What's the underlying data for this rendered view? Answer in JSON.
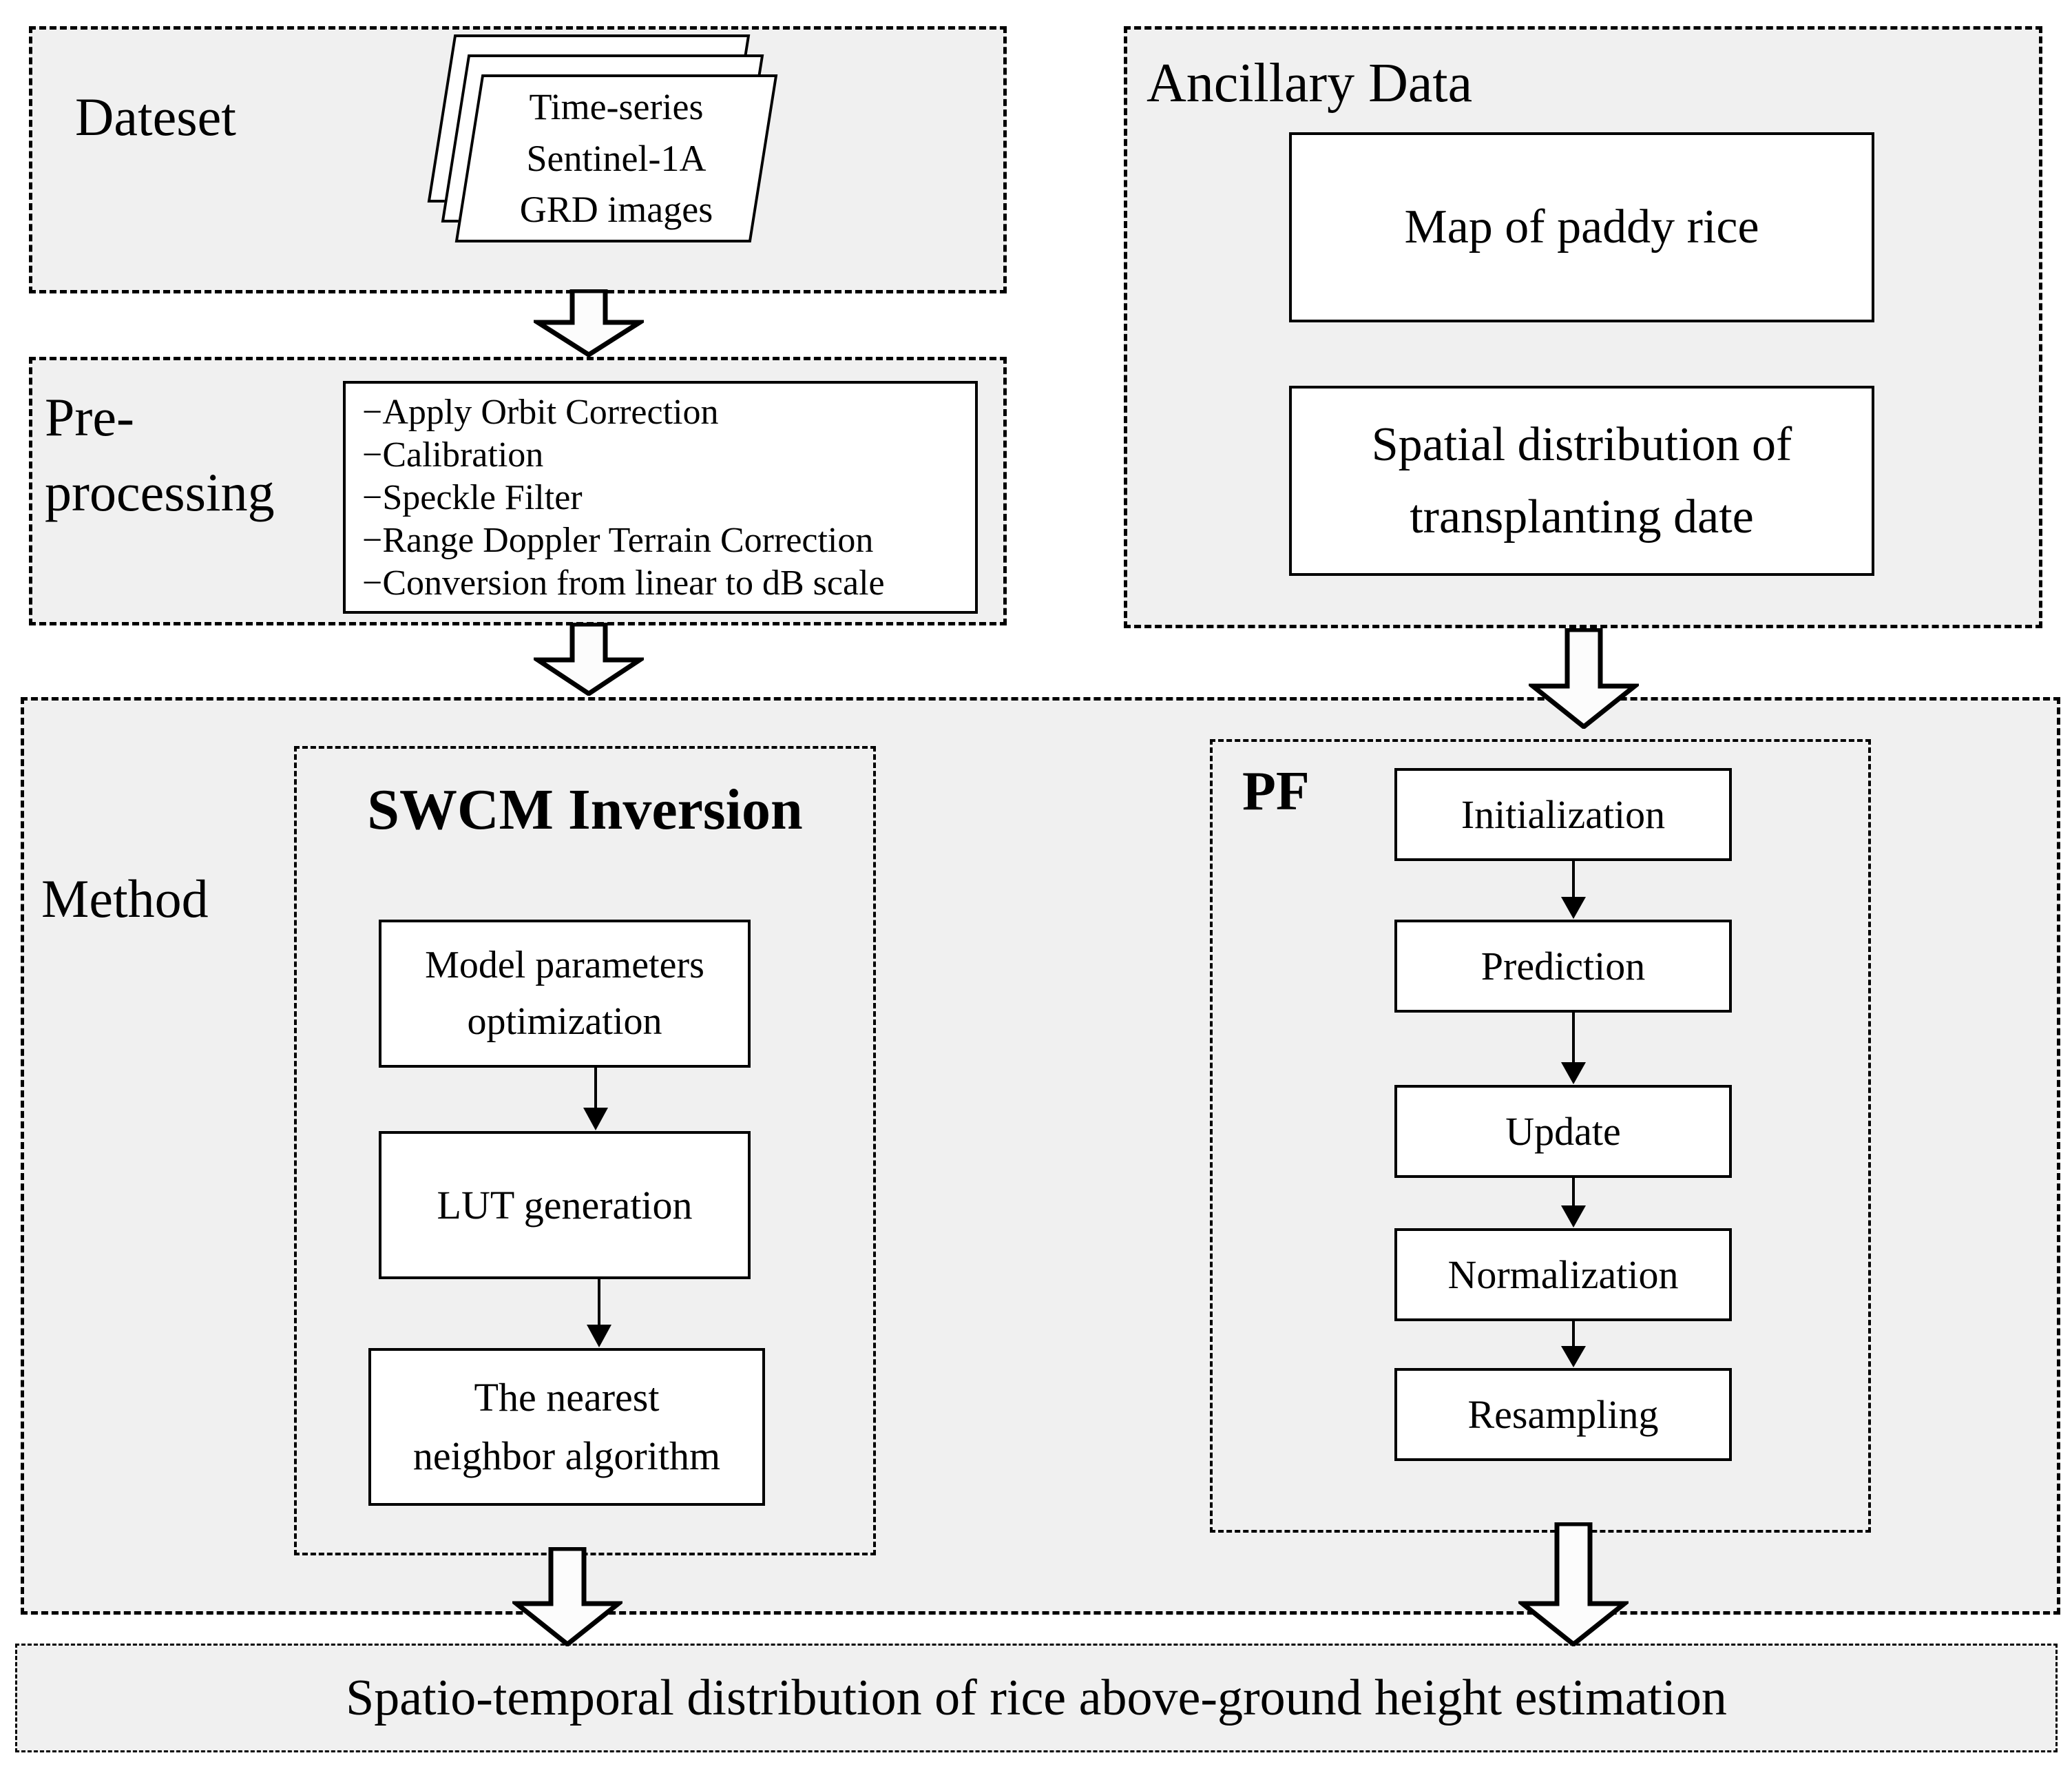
{
  "dataset": {
    "label": "Dateset",
    "pages": [
      "Time-series",
      "Sentinel-1A",
      "GRD images"
    ]
  },
  "preprocessing": {
    "label": "Pre-processing",
    "steps": [
      "−Apply Orbit Correction",
      "−Calibration",
      "−Speckle Filter",
      "−Range Doppler Terrain Correction",
      "−Conversion from linear to dB scale"
    ]
  },
  "ancillary": {
    "title": "Ancillary Data",
    "map_box": "Map of paddy rice",
    "spatial_box": "Spatial distribution of transplanting date"
  },
  "method": {
    "label": "Method",
    "swcm": {
      "title": "SWCM Inversion",
      "steps": [
        "Model parameters optimization",
        "LUT generation",
        "The nearest neighbor algorithm"
      ]
    },
    "pf": {
      "title": "PF",
      "steps": [
        "Initialization",
        "Prediction",
        "Update",
        "Normalization",
        "Resampling"
      ]
    }
  },
  "output": {
    "label": "Spatio-temporal distribution of rice above-ground height estimation"
  },
  "colors": {
    "panel_bg": "#f0f0f0",
    "box_bg": "#ffffff",
    "line": "#000000"
  }
}
